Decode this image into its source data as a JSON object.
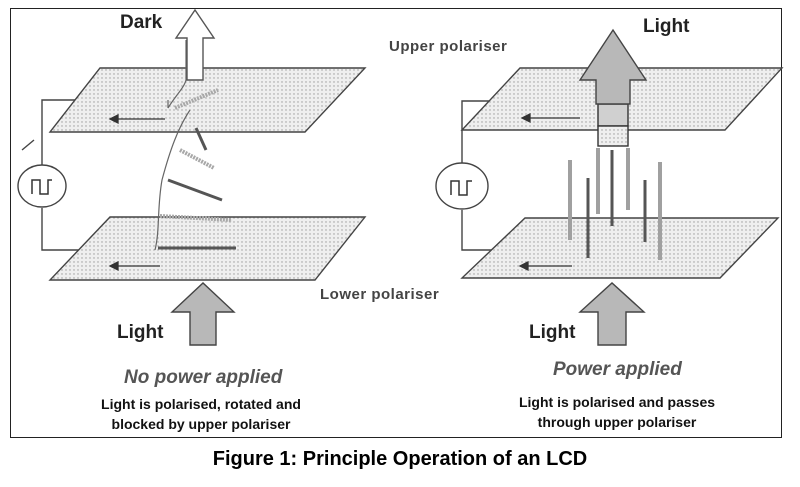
{
  "labels": {
    "top_left": "Dark",
    "top_right": "Light",
    "upper_polariser": "Upper polariser",
    "lower_polariser": "Lower polariser",
    "bottom_left": "Light",
    "bottom_right": "Light"
  },
  "left_panel": {
    "state": "No power applied",
    "description_line1": "Light is polarised, rotated and",
    "description_line2": "blocked by upper polariser"
  },
  "right_panel": {
    "state": "Power applied",
    "description_line1": "Light is polarised and  passes",
    "description_line2": "through upper polariser"
  },
  "caption": "Figure 1: Principle Operation of an LCD",
  "colors": {
    "line": "#333333",
    "plate_fill": "#ececec",
    "arrow_fill": "#b8b8b8",
    "crystal_dark": "#555555",
    "crystal_light": "#a0a0a0"
  },
  "icons": [
    "square-wave-source-icon",
    "light-arrow-icon",
    "polarisation-arrow-icon"
  ]
}
